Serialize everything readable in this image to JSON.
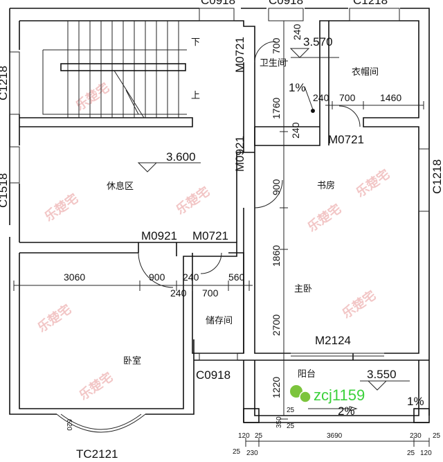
{
  "rooms": {
    "bathroom": "卫生间",
    "cloakroom": "衣帽间",
    "lounge": "休息区",
    "study": "书房",
    "master_bedroom": "主卧",
    "storage": "储存间",
    "bedroom": "卧室",
    "balcony": "阳台"
  },
  "stairs": {
    "down": "下",
    "up": "上"
  },
  "elevations": {
    "bathroom": "3.570",
    "lounge": "3.600",
    "balcony": "3.550"
  },
  "slopes": {
    "bathroom": "1%",
    "balcony": "2%",
    "balcony_side": "1%"
  },
  "doors": {
    "bath_door": "M0721",
    "lounge_door": "M0921",
    "cloak_door": "M0721",
    "bedroom_door": "M0921",
    "storage_door": "M0721",
    "balcony_door": "M2124"
  },
  "windows": {
    "top_1": "C0918",
    "top_2": "C0918",
    "top_3": "C1218",
    "left_1": "C1218",
    "left_2": "C1518",
    "right_1": "C1218",
    "storage_win": "C0918",
    "bay": "TC2121"
  },
  "dimensions": {
    "d700_top": "700",
    "d1760": "1760",
    "d240_a": "240",
    "d240_b": "240",
    "d240_c": "240",
    "d700_cloak": "700",
    "d1460": "1460",
    "d900_v": "900",
    "d1860": "1860",
    "d2700": "2700",
    "d1220": "1220",
    "d3060": "3060",
    "d900_h": "900",
    "d240_h": "240",
    "d560": "560",
    "d240_low": "240",
    "d700_low": "700",
    "d350": "350",
    "d25_v1": "25",
    "d25_v2": "25",
    "bot_120a": "120",
    "bot_25a": "25",
    "bot_25b": "25",
    "bot_230a": "230",
    "bot_3690": "3690",
    "bot_230b": "230",
    "bot_25c": "25",
    "bot_25d": "25",
    "bot_120b": "120",
    "bay_dim": "620"
  },
  "watermark": "乐楚宅",
  "wechat_id": "zcj1159",
  "colors": {
    "wall": "#111111",
    "watermark": "#f2c6c6",
    "wechat": "#3bd13b"
  }
}
